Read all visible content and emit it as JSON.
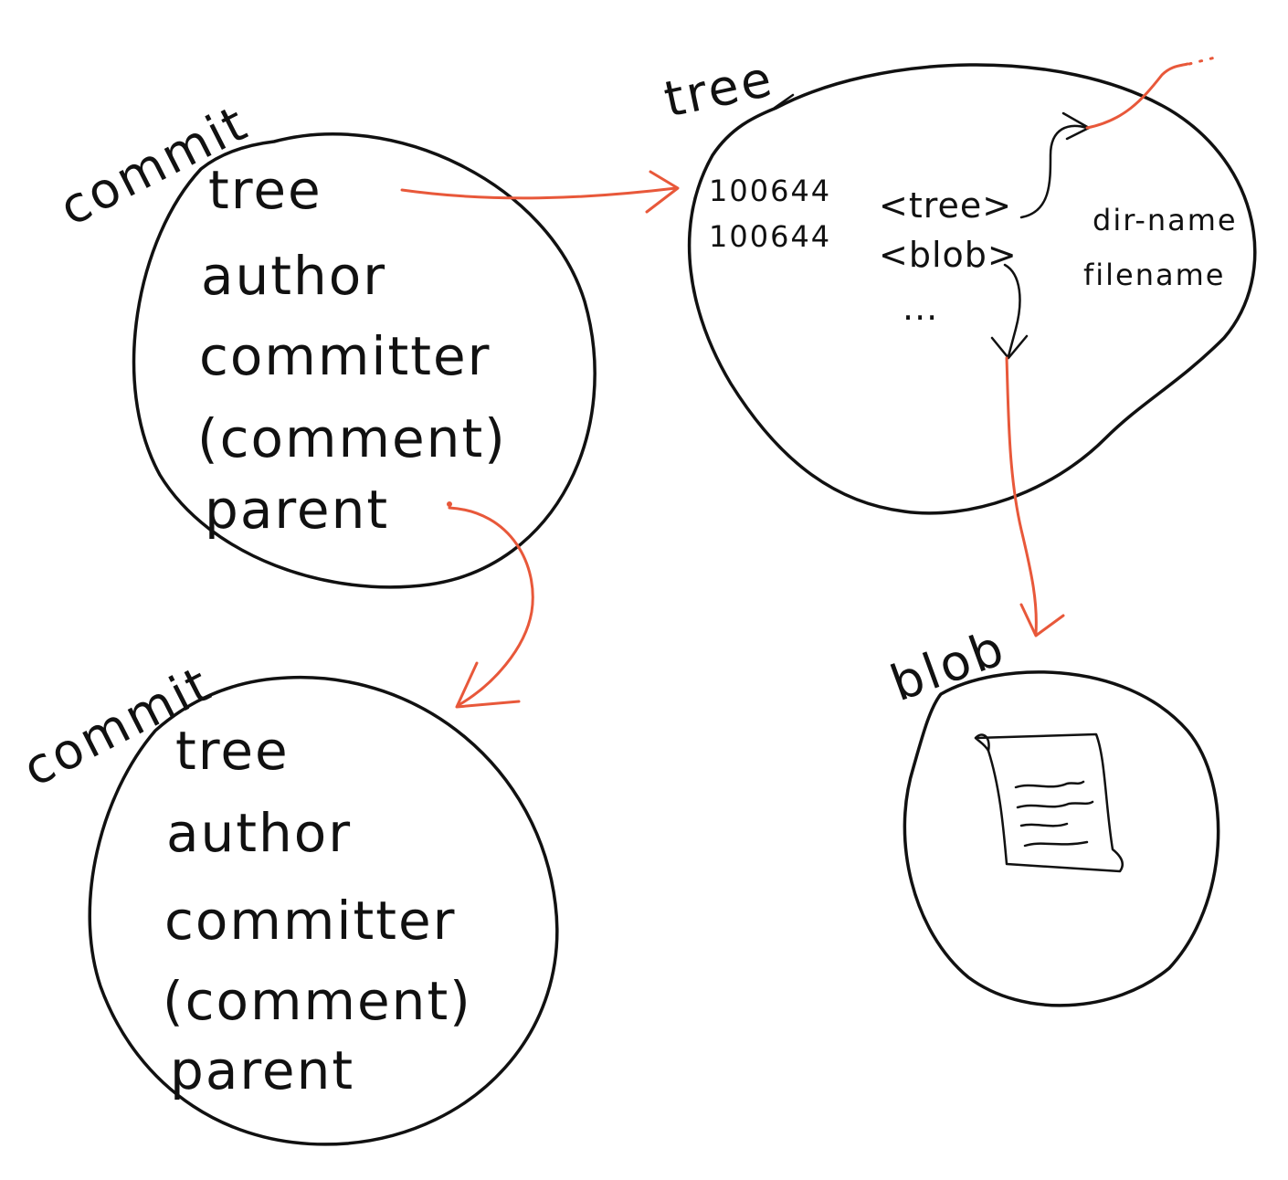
{
  "commit_top": {
    "title": "commit",
    "fields": [
      "tree",
      "author",
      "committer",
      "(comment)",
      "parent"
    ]
  },
  "commit_bottom": {
    "title": "commit",
    "fields": [
      "tree",
      "author",
      "committer",
      "(comment)",
      "parent"
    ]
  },
  "tree": {
    "title": "tree",
    "rows": [
      {
        "mode": "100644",
        "ref": "<tree>",
        "name": "dir-name"
      },
      {
        "mode": "100644",
        "ref": "<blob>",
        "name": "filename"
      }
    ],
    "ellipsis": "..."
  },
  "blob": {
    "title": "blob"
  },
  "colors": {
    "ink": "#111111",
    "arrow": "#e8583a"
  }
}
